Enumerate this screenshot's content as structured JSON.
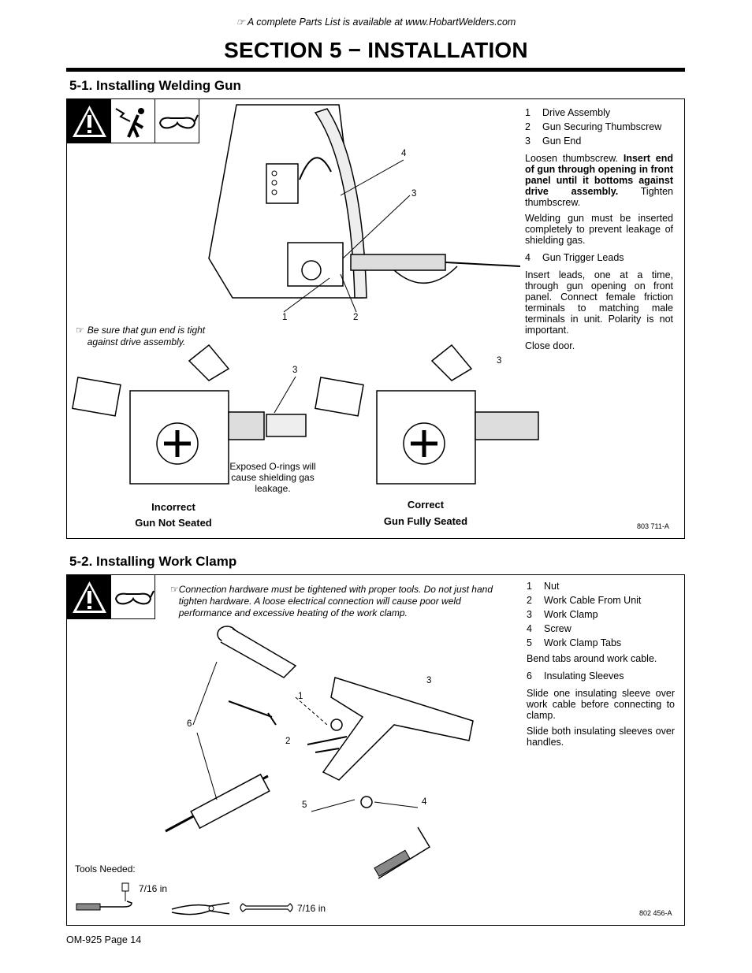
{
  "header": {
    "note_icon": "pointing-hand-icon",
    "note": "A complete Parts List is available at www.HobartWelders.com",
    "title": "SECTION 5 − INSTALLATION"
  },
  "section1": {
    "heading": "5-1.   Installing Welding Gun",
    "safety_icons": [
      "warning-triangle-icon",
      "electric-shock-icon",
      "safety-glasses-icon"
    ],
    "callouts": [
      "4",
      "3",
      "1",
      "2",
      "3",
      "3"
    ],
    "items": [
      {
        "num": "1",
        "label": "Drive Assembly"
      },
      {
        "num": "2",
        "label": "Gun Securing Thumbscrew"
      },
      {
        "num": "3",
        "label": "Gun End"
      }
    ],
    "para1_normal": "Loosen thumbscrew. ",
    "para1_bold": "Insert end of gun through opening in front panel until it bottoms against drive assembly.",
    "para1_end": " Tighten thumbscrew.",
    "para2": "Welding gun must be inserted completely to prevent leakage of shielding gas.",
    "item4": {
      "num": "4",
      "label": "Gun Trigger Leads"
    },
    "para3": "Insert leads, one at a time, through gun opening on front panel. Connect female friction terminals to matching male terminals in unit. Polarity is not important.",
    "para4": "Close door.",
    "gun_note": "Be sure that gun end is tight against drive assembly.",
    "oring_note": "Exposed O-rings will cause shielding gas leakage.",
    "incorrect": "Incorrect",
    "incorrect_sub": "Gun Not Seated",
    "correct": "Correct",
    "correct_sub": "Gun Fully Seated",
    "part_no": "803 711-A"
  },
  "section2": {
    "heading": "5-2.   Installing Work Clamp",
    "safety_icons": [
      "warning-triangle-icon",
      "safety-glasses-icon"
    ],
    "note": "Connection hardware must be tightened with proper tools. Do not just hand tighten hardware. A loose electrical connection will cause poor weld performance and excessive heating of the work clamp.",
    "items": [
      {
        "num": "1",
        "label": "Nut"
      },
      {
        "num": "2",
        "label": "Work Cable From Unit"
      },
      {
        "num": "3",
        "label": "Work Clamp"
      },
      {
        "num": "4",
        "label": "Screw"
      },
      {
        "num": "5",
        "label": "Work Clamp Tabs"
      }
    ],
    "para1": "Bend tabs around work cable.",
    "item6": {
      "num": "6",
      "label": "Insulating Sleeves"
    },
    "para2": "Slide one insulating sleeve over work cable before connecting to clamp.",
    "para3": "Slide both insulating sleeves over handles.",
    "callouts": [
      "1",
      "2",
      "3",
      "4",
      "5",
      "6"
    ],
    "tools_label": "Tools Needed:",
    "tool1": "7/16 in",
    "tool2": "7/16 in",
    "part_no": "802 456-A"
  },
  "footer": "OM-925 Page 14"
}
